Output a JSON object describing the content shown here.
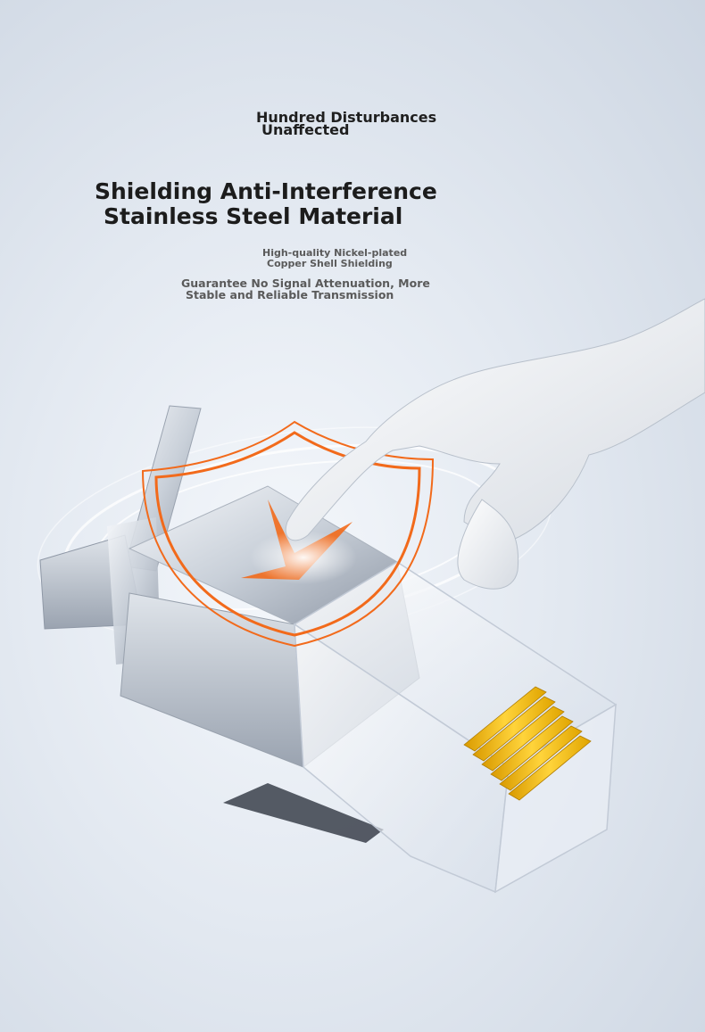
{
  "tagline": {
    "line1": "Hundred Disturbances",
    "line2": "Unaffected"
  },
  "headline": {
    "line1": "Shielding Anti-Interference",
    "line2": "Stainless Steel Material"
  },
  "feature": {
    "line1": "High-quality Nickel-plated",
    "line2": "Copper Shell Shielding"
  },
  "benefit": {
    "line1": "Guarantee No Signal Attenuation, More",
    "line2": "Stable and Reliable Transmission"
  },
  "colors": {
    "shield_accent": "#f26a1b",
    "gold_pins": "#f2b705",
    "background": "#e3e9f1"
  }
}
